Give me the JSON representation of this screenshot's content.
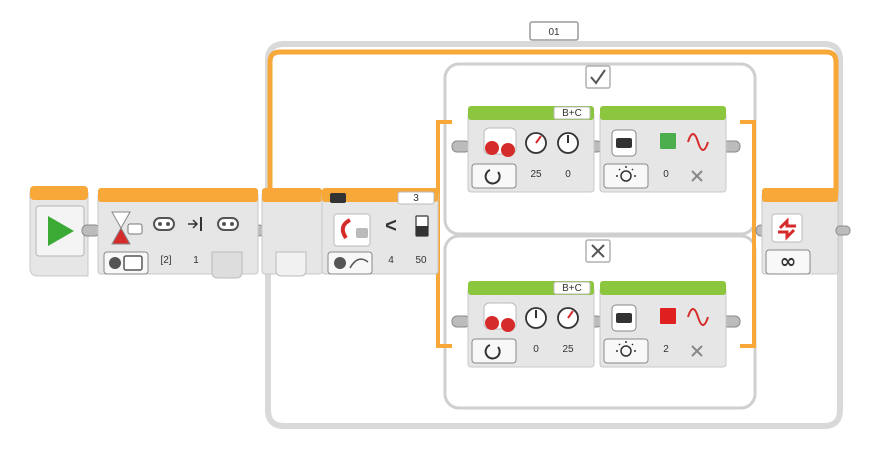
{
  "loop": {
    "name": "01",
    "mode_icon": "infinity-icon"
  },
  "start_block": {
    "icon": "play-icon"
  },
  "wait_block": {
    "icon": "hourglass-brick-icon",
    "port": "[2]",
    "value": "1",
    "mode_icon": "brick-buttons-icon"
  },
  "switch": {
    "type_icon": "rotation-sensor-icon",
    "port": "3",
    "compare_icon": "less-than-icon",
    "threshold_type": "4",
    "threshold": "50",
    "true_case_icon": "check-icon",
    "false_case_icon": "cross-icon"
  },
  "true_case": {
    "move": {
      "ports": "B+C",
      "steering": "25",
      "power": "0",
      "mode_icon": "on-icon"
    },
    "light": {
      "mode_icon": "light-icon",
      "color": "0",
      "color_hex": "#4cae4c",
      "pulse": "off"
    }
  },
  "false_case": {
    "move": {
      "ports": "B+C",
      "steering": "0",
      "power": "25",
      "mode_icon": "on-icon"
    },
    "light": {
      "mode_icon": "light-icon",
      "color": "2",
      "color_hex": "#e02020",
      "pulse": "off"
    }
  },
  "loop_end": {
    "icon": "loop-interrupt-icon",
    "mode_icon": "infinity-icon"
  },
  "colors": {
    "orange": "#f7a838",
    "green": "#8cc63f",
    "block_gray": "#e6e6e6",
    "frame_gray": "#cfcfcf"
  }
}
